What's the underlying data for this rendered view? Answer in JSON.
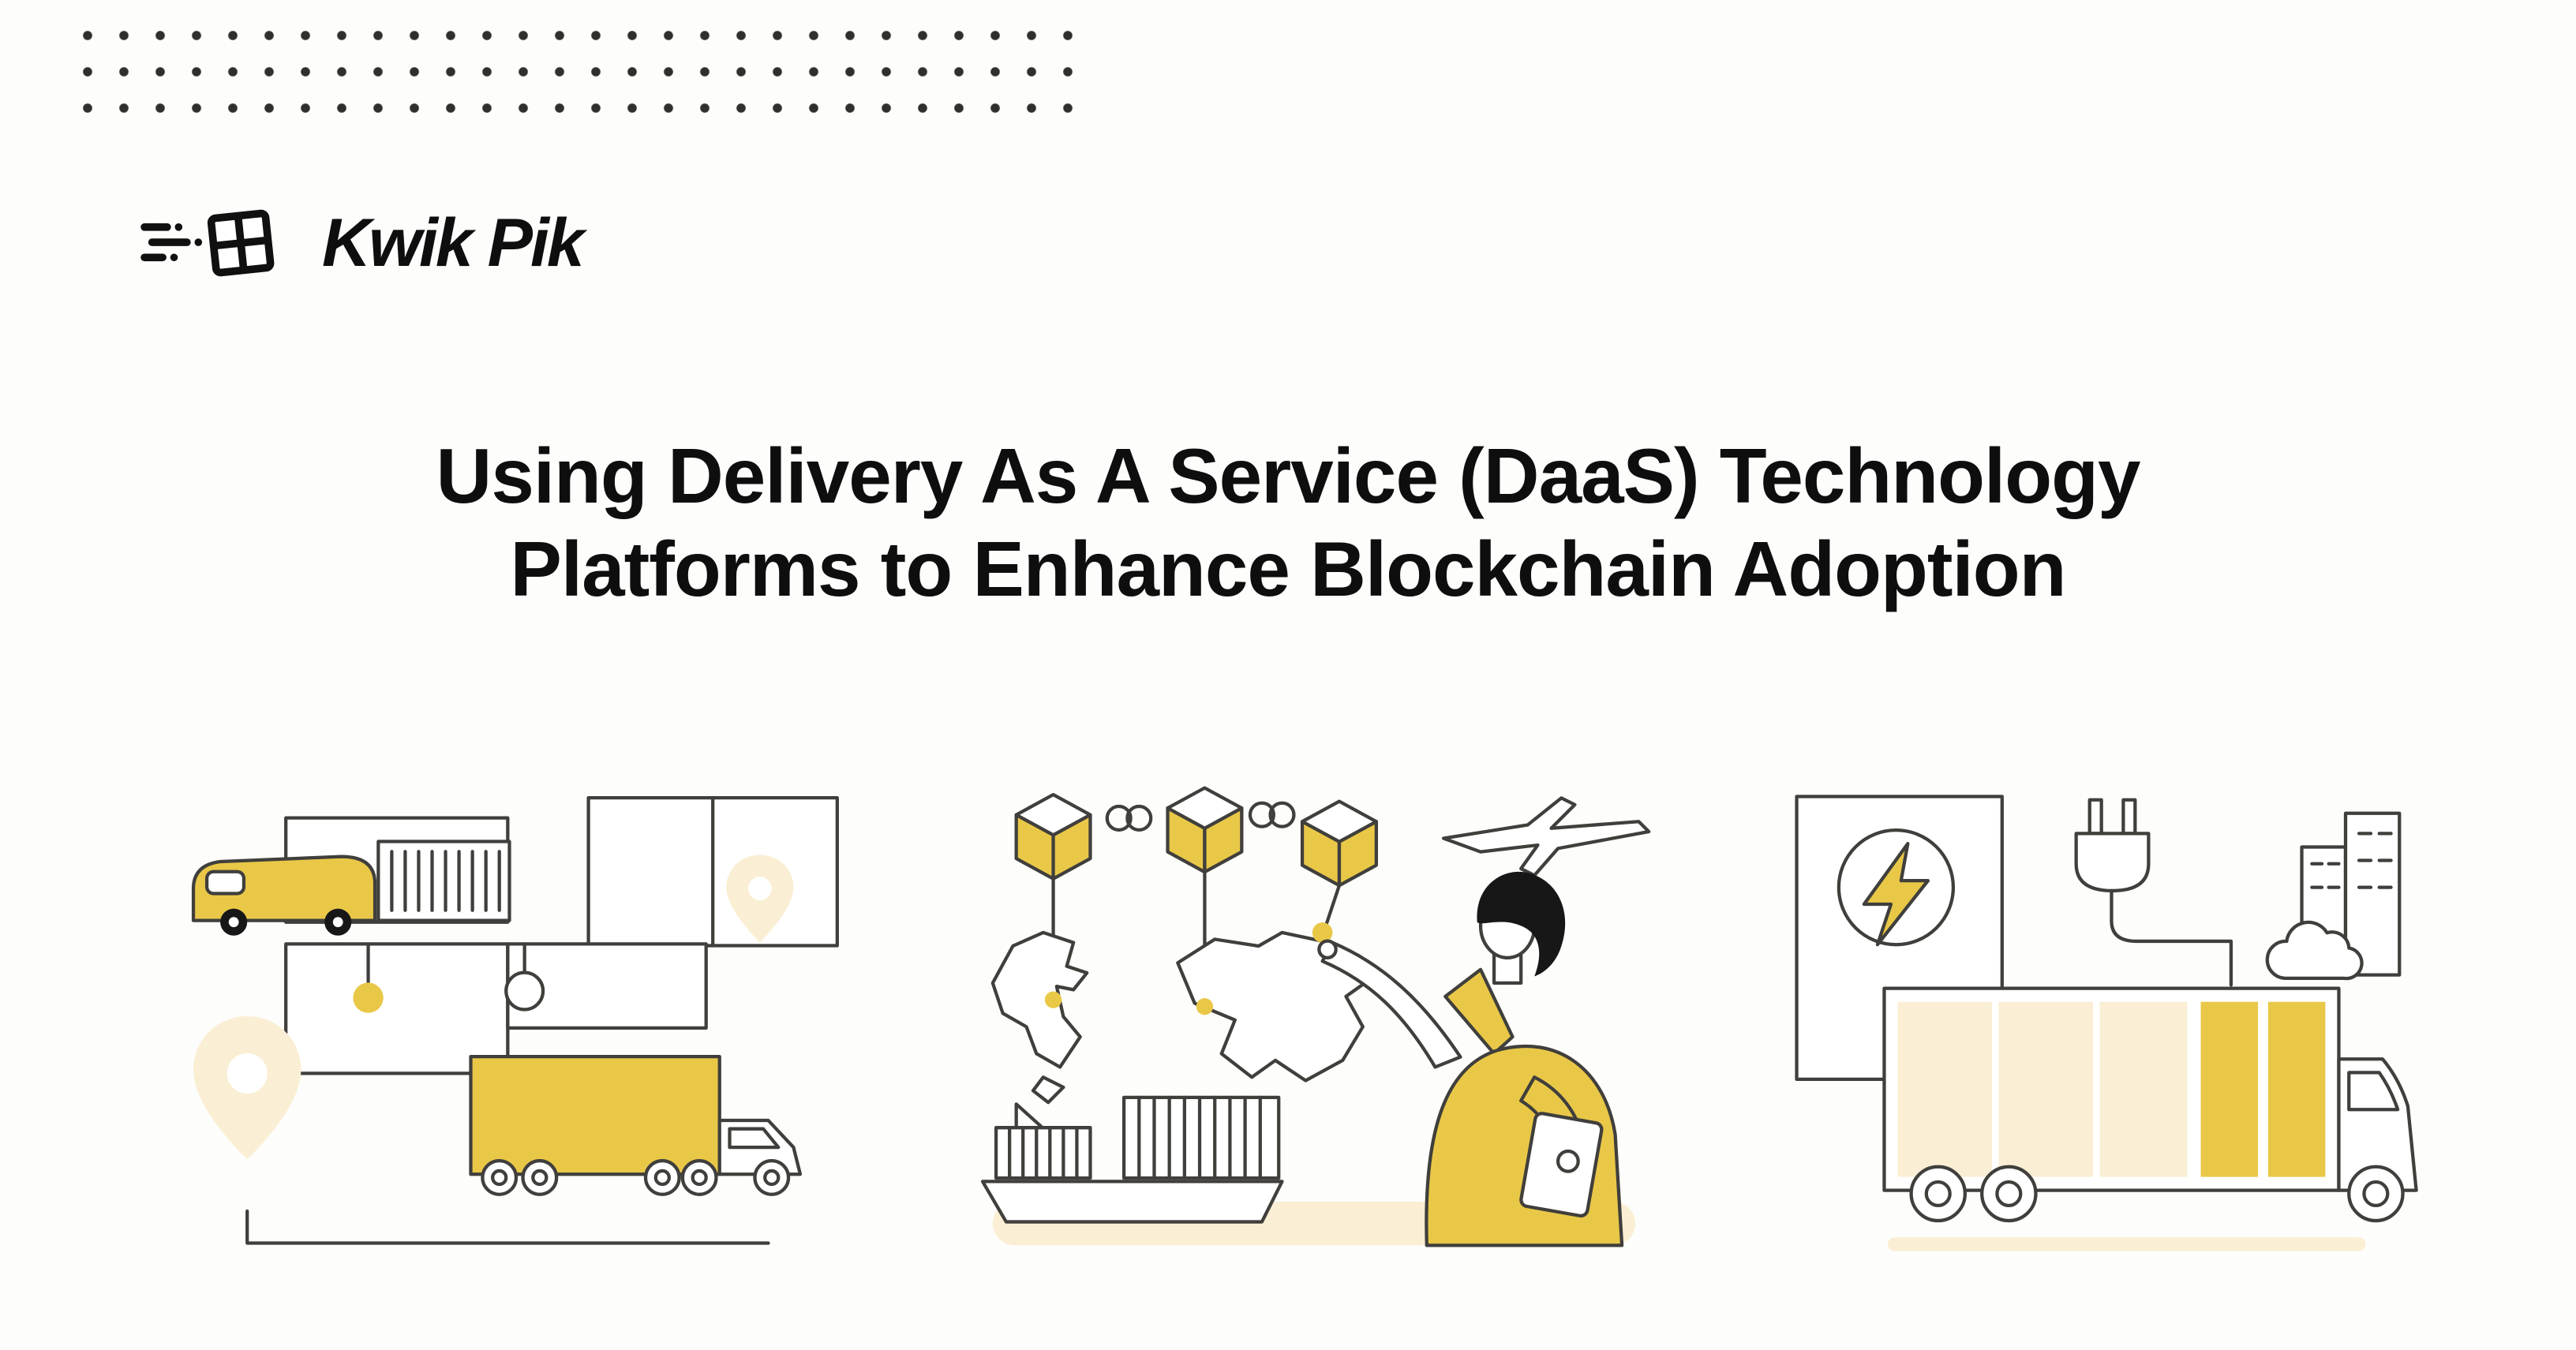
{
  "page": {
    "background": "#fdfdfb"
  },
  "colors": {
    "accent_yellow": "#e9c848",
    "pale_yellow": "#faefd4",
    "outline": "#403f3c",
    "text_dark": "#0e0e0e",
    "dot_color": "#2f2f2d"
  },
  "logo": {
    "text": "Kwik Pik",
    "icon": "speeding-parcel-icon"
  },
  "title": {
    "line1": "Using Delivery As A Service (DaaS) Technology",
    "line2": "Platforms to Enhance Blockchain Adoption"
  },
  "illustrations": [
    {
      "name": "logistics-trucks-illustration",
      "icons": [
        "delivery-van",
        "cargo-container",
        "package-box",
        "location-pin-small-icon",
        "location-pin-large-icon",
        "box-truck",
        "ground-line"
      ]
    },
    {
      "name": "blockchain-map-illustration",
      "icons": [
        "blockchain-cube",
        "chain-link-icon",
        "world-map",
        "airplane-icon",
        "cargo-ship",
        "person-with-tablet"
      ]
    },
    {
      "name": "electric-truck-illustration",
      "icons": [
        "lightning-bolt-icon",
        "plug-icon",
        "city-buildings",
        "cloud-icon",
        "electric-box-truck"
      ]
    }
  ]
}
